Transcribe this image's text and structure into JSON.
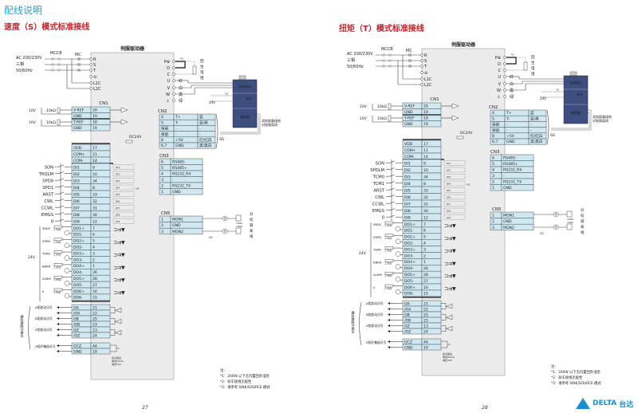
{
  "colors": {
    "header": "#2a9fd6",
    "title": "#c0262d",
    "table_fill": "#cfe8f2",
    "driver_fill": "#ececec",
    "motor_fill": "#3d4f80",
    "logo": "#1a8fd0"
  },
  "footer": {
    "logo_text": "DELTA",
    "logo_cn": "台达"
  },
  "pages": [
    {
      "header": "配线说明",
      "title": "速度（S）模式标准接线",
      "page_number": "27",
      "driver_label": "伺服驱动器",
      "power": {
        "input": [
          "AC 200/230V",
          "三相",
          "50/60Hz"
        ],
        "mccb": "MCCB",
        "mc": "MC",
        "terminals": [
          "R",
          "S",
          "T",
          "⊖",
          "L1C",
          "L2C"
        ]
      },
      "motor_terminals": [
        "P⊕",
        "D",
        "C",
        "U",
        "V",
        "W",
        "⏚"
      ],
      "regen": [
        "回",
        "生",
        "电",
        "阻"
      ],
      "wire_colors": [
        "红",
        "白",
        "黑",
        "绿"
      ],
      "motor": {
        "power": "电源部分",
        "brake": "刹车",
        "encoder": "编码器",
        "brake_voltage": "24V",
        "note_mark": "*2",
        "regen_mark": "*1"
      },
      "shield_note": [
        "双绞屏蔽接地",
        "对绞隔离线"
      ],
      "cn1": {
        "label": "CN1",
        "rows": [
          [
            "V-REF",
            "20"
          ],
          [
            "GND",
            "19"
          ],
          [
            "T-REF",
            "18"
          ],
          [
            "GND",
            "19"
          ]
        ],
        "source_v": "10V",
        "source_r": "10kΩ"
      },
      "cn2": {
        "label": "CN2",
        "sg": "SG",
        "rows": [
          [
            "4",
            "T+",
            "蓝"
          ],
          [
            "5",
            "T-",
            "蓝/黑"
          ],
          [
            "保留",
            "-",
            "-"
          ],
          [
            "保留",
            "-",
            "-"
          ],
          [
            "8",
            "+5V",
            "红/红白"
          ],
          [
            "6,7",
            "GND",
            "黑/黑白"
          ]
        ]
      },
      "cn3": {
        "label": "CN3",
        "rows": [
          [
            "6",
            "RS485-"
          ],
          [
            "5",
            "RS485+"
          ],
          [
            "4",
            "RS232_RX"
          ],
          [
            "3",
            "-"
          ],
          [
            "2",
            "RS232_TX"
          ],
          [
            "1",
            "GND"
          ]
        ]
      },
      "cn5": {
        "label": "CN5",
        "rows": [
          [
            "1",
            "MON1"
          ],
          [
            "2",
            "GND"
          ],
          [
            "3",
            "MON2"
          ]
        ],
        "side_note": [
          "对",
          "绞",
          "隔",
          "离",
          "线"
        ],
        "meter": "V",
        "ohm": "10kΩ",
        "sg": "SG"
      },
      "dc24v": "DC24V",
      "v24": "24V",
      "di_mark": "*3",
      "power_rows": [
        [
          "VDD",
          "17"
        ],
        [
          "COM+",
          "11"
        ],
        [
          "COM-",
          "14"
        ]
      ],
      "di": [
        {
          "sig": "SON",
          "name": "DI1",
          "pin": "9"
        },
        {
          "sig": "TRQLM",
          "name": "DI2",
          "pin": "10"
        },
        {
          "sig": "SPD0",
          "name": "DI3",
          "pin": "34"
        },
        {
          "sig": "SPD1",
          "name": "DI4",
          "pin": "8"
        },
        {
          "sig": "ARST",
          "name": "DI5",
          "pin": "33"
        },
        {
          "sig": "CWL",
          "name": "DI6",
          "pin": "32"
        },
        {
          "sig": "CCWL",
          "name": "DI7",
          "pin": "31"
        },
        {
          "sig": "EMGS",
          "name": "DI8",
          "pin": "30"
        },
        {
          "sig": "0",
          "name": "DI9",
          "pin": "12"
        }
      ],
      "do": [
        {
          "sig": "SRDY",
          "name": "DO1+",
          "pin": "7"
        },
        {
          "sig": "",
          "name": "DO1-",
          "pin": "6"
        },
        {
          "sig": "ZSPD",
          "name": "DO2+",
          "pin": "5"
        },
        {
          "sig": "",
          "name": "DO2-",
          "pin": "4"
        },
        {
          "sig": "TSPD",
          "name": "DO3+",
          "pin": "3"
        },
        {
          "sig": "",
          "name": "DO3-",
          "pin": "2"
        },
        {
          "sig": "BRKR",
          "name": "DO4+",
          "pin": "1"
        },
        {
          "sig": "",
          "name": "DO4-",
          "pin": "26"
        },
        {
          "sig": "ALRM",
          "name": "DO5+",
          "pin": "28"
        },
        {
          "sig": "",
          "name": "DO5-",
          "pin": "27"
        },
        {
          "sig": "0",
          "name": "DO6+",
          "pin": "16"
        },
        {
          "sig": "",
          "name": "DO6-",
          "pin": "15"
        }
      ],
      "do_resistor": "1.5kΩ",
      "encoder_rows": [
        [
          "OA",
          "21"
        ],
        [
          "/OA",
          "22"
        ],
        [
          "OB",
          "25"
        ],
        [
          "/OB",
          "23"
        ],
        [
          "OZ",
          "13"
        ],
        [
          "/OZ",
          "24"
        ]
      ],
      "encoder_labels": [
        "A相差动讯号",
        "B相差动讯号",
        "Z相差动讯号"
      ],
      "encoder_group": "编码器脉冲输出",
      "ocz_rows": [
        [
          "OCZ",
          "44"
        ],
        [
          "GND",
          "19"
        ]
      ],
      "ocz_label": "Z相开集极讯号",
      "ocz_note": [
        "最大输出",
        "电流50mA",
        "电压30V"
      ],
      "notes": [
        "注：",
        "*1：200W 以下无内置回升电阻",
        "*2：刹车接线无极性",
        "*3：请参考 SINK/SOURCE 模式"
      ]
    },
    {
      "header": "",
      "title": "扭矩（T）模式标准接线",
      "page_number": "28",
      "driver_label": "伺服驱动器",
      "power": {
        "input": [
          "AC 200/230V",
          "三相",
          "50/60Hz"
        ],
        "mccb": "MCCB",
        "mc": "MC",
        "terminals": [
          "R",
          "S",
          "T",
          "⊖",
          "L1C",
          "L2C"
        ]
      },
      "motor_terminals": [
        "P⊕",
        "D",
        "C",
        "U",
        "V",
        "W",
        "⏚"
      ],
      "regen": [
        "回",
        "生",
        "电",
        "阻"
      ],
      "wire_colors": [
        "红",
        "白",
        "黑",
        "绿"
      ],
      "motor": {
        "power": "电源部分",
        "brake": "刹车",
        "encoder": "编码器",
        "brake_voltage": "24V",
        "note_mark": "*2",
        "regen_mark": "*1"
      },
      "shield_note": [
        "双绞屏蔽接地",
        "对绞隔离线"
      ],
      "cn1": {
        "label": "CN1",
        "rows": [
          [
            "V-REF",
            "20"
          ],
          [
            "GND",
            "19"
          ],
          [
            "T-REF",
            "18"
          ],
          [
            "GND",
            "19"
          ]
        ],
        "source_v": "10V",
        "source_r": "10kΩ"
      },
      "cn2": {
        "label": "CN2",
        "sg": "SG",
        "rows": [
          [
            "4",
            "T+",
            "蓝"
          ],
          [
            "5",
            "T-",
            "蓝/黑"
          ],
          [
            "保留",
            "-",
            "-"
          ],
          [
            "保留",
            "-",
            "-"
          ],
          [
            "8",
            "+5V",
            "红/红白"
          ],
          [
            "6,7",
            "GND",
            "黑/黑白"
          ]
        ]
      },
      "cn3": {
        "label": "CN3",
        "rows": [
          [
            "6",
            "RS485-"
          ],
          [
            "5",
            "RS485+"
          ],
          [
            "4",
            "RS232_RX"
          ],
          [
            "3",
            "-"
          ],
          [
            "2",
            "RS232_TX"
          ],
          [
            "1",
            "GND"
          ]
        ]
      },
      "cn5": {
        "label": "CN5",
        "rows": [
          [
            "1",
            "MON1"
          ],
          [
            "2",
            "GND"
          ],
          [
            "3",
            "MON2"
          ]
        ],
        "side_note": [
          "对",
          "绞",
          "隔",
          "离",
          "线"
        ],
        "meter": "V",
        "ohm": "10kΩ",
        "sg": "SG"
      },
      "dc24v": "DC24V",
      "v24": "24V",
      "di_mark": "*3",
      "power_rows": [
        [
          "VDD",
          "17"
        ],
        [
          "COM+",
          "11"
        ],
        [
          "COM-",
          "14"
        ]
      ],
      "di": [
        {
          "sig": "SON",
          "name": "DI1",
          "pin": "9"
        },
        {
          "sig": "SPDLM",
          "name": "DI2",
          "pin": "10"
        },
        {
          "sig": "TCM0",
          "name": "DI3",
          "pin": "34"
        },
        {
          "sig": "TCM1",
          "name": "DI4",
          "pin": "8"
        },
        {
          "sig": "ARST",
          "name": "DI5",
          "pin": "33"
        },
        {
          "sig": "CWL",
          "name": "DI6",
          "pin": "32"
        },
        {
          "sig": "CCWL",
          "name": "DI7",
          "pin": "31"
        },
        {
          "sig": "EMGS",
          "name": "DI8",
          "pin": "30"
        },
        {
          "sig": "0",
          "name": "DI9",
          "pin": "12"
        }
      ],
      "do": [
        {
          "sig": "SRDY",
          "name": "DO1+",
          "pin": "7"
        },
        {
          "sig": "",
          "name": "DO1-",
          "pin": "6"
        },
        {
          "sig": "ZSPD",
          "name": "DO2+",
          "pin": "5"
        },
        {
          "sig": "",
          "name": "DO2-",
          "pin": "4"
        },
        {
          "sig": "TSPD",
          "name": "DO3+",
          "pin": "3"
        },
        {
          "sig": "",
          "name": "DO3-",
          "pin": "2"
        },
        {
          "sig": "BRKR",
          "name": "DO4+",
          "pin": "1"
        },
        {
          "sig": "",
          "name": "DO4-",
          "pin": "26"
        },
        {
          "sig": "ALRM",
          "name": "DO5+",
          "pin": "28"
        },
        {
          "sig": "",
          "name": "DO5-",
          "pin": "27"
        },
        {
          "sig": "0",
          "name": "DO6+",
          "pin": "16"
        },
        {
          "sig": "",
          "name": "DO6-",
          "pin": "15"
        }
      ],
      "do_resistor": "1.5kΩ",
      "encoder_rows": [
        [
          "OA",
          "21"
        ],
        [
          "/OA",
          "22"
        ],
        [
          "OB",
          "25"
        ],
        [
          "/OB",
          "23"
        ],
        [
          "OZ",
          "13"
        ],
        [
          "/OZ",
          "24"
        ]
      ],
      "encoder_labels": [
        "A相差动讯号",
        "B相差动讯号",
        "Z相差动讯号"
      ],
      "encoder_group": "编码器脉冲输出",
      "ocz_rows": [
        [
          "OCZ",
          "44"
        ],
        [
          "GND",
          "19"
        ]
      ],
      "ocz_label": "Z相开集极讯号",
      "ocz_note": [
        "最大输出",
        "电流50mA",
        "电压30V"
      ],
      "notes": [
        "注：",
        "*1：200W 以下无内置回升电阻",
        "*2：刹车接线无极性",
        "*3：请参考 SINK/SOURCE 模式"
      ]
    }
  ]
}
